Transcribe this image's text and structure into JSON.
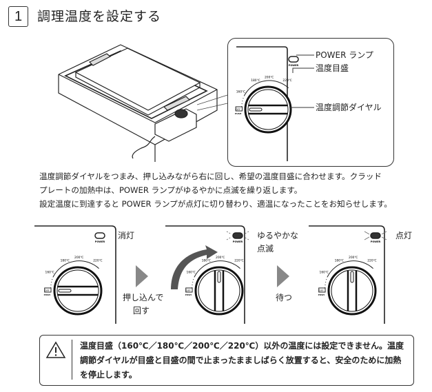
{
  "step": {
    "number": "1",
    "title": "調理温度を設定する"
  },
  "callouts": {
    "power_lamp": "POWER ランプ",
    "temp_scale": "温度目盛",
    "temp_dial": "温度調節ダイヤル"
  },
  "dial": {
    "t160": "160℃",
    "t180": "180℃",
    "t200": "200℃",
    "t220": "220℃",
    "off": "OFF",
    "push": "PUSH",
    "power": "POWER"
  },
  "instructions": [
    "温度調節ダイヤルをつまみ、押し込みながら右に回し、希望の温度目盛に合わせます。クラッド",
    "プレートの加熱中は、POWER ランプがゆるやかに点滅を繰り返します。",
    "設定温度に到達すると POWER ランプが点灯に切り替わり、適温になったことをお知らせします。"
  ],
  "steps": {
    "lamp_off": "消灯",
    "lamp_blink_1": "ゆるやかな",
    "lamp_blink_2": "点滅",
    "lamp_on": "点灯",
    "action_1": "押し込んで",
    "action_2": "回す",
    "wait": "待つ"
  },
  "warning": {
    "icon": "warning-triangle-icon",
    "text": "温度目盛（160℃／180℃／200℃／220℃）以外の温度には設定できません。温度調節ダイヤルが目盛と目盛の間で止まったまましばらく放置すると、安全のために加熱を停止します。"
  }
}
